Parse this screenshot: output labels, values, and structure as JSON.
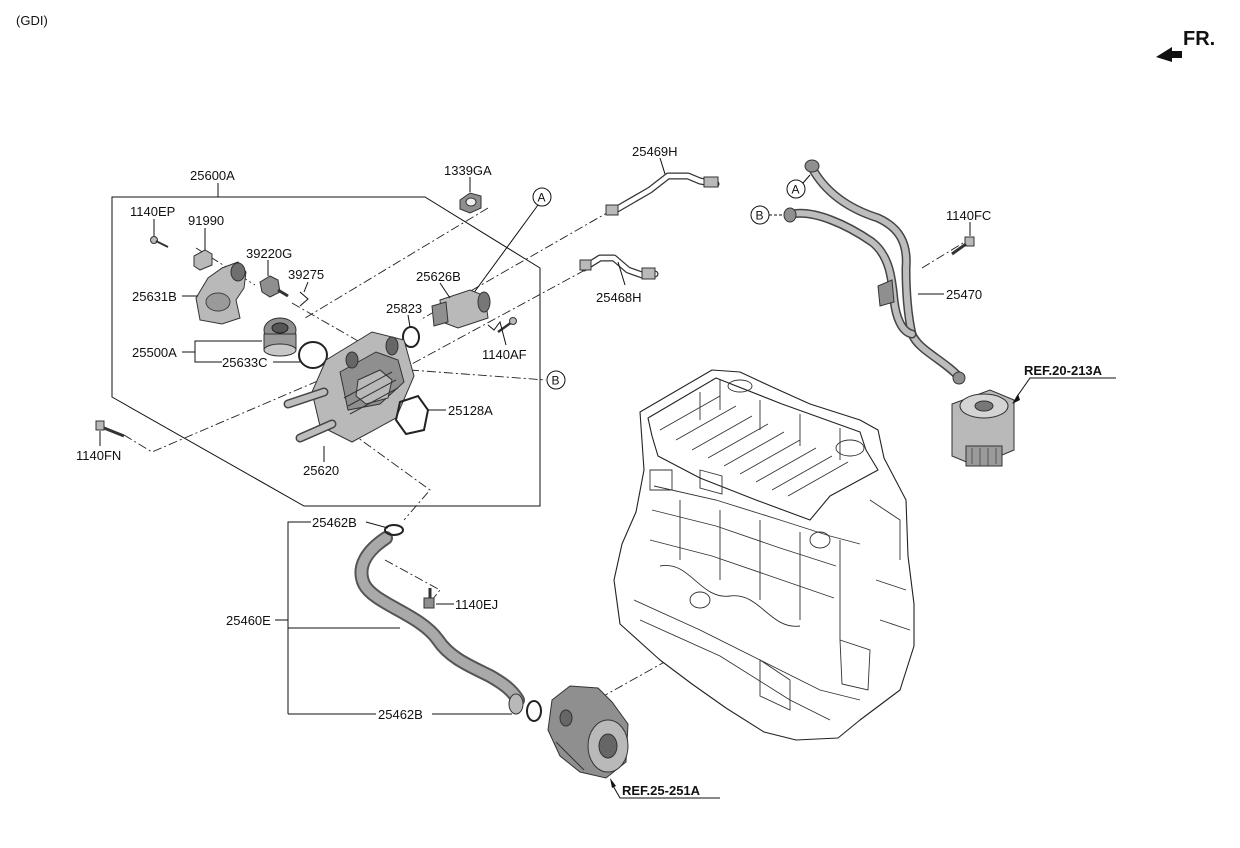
{
  "diagram": {
    "variant_label": "(GDI)",
    "direction_label": "FR.",
    "parts": {
      "p25600A": "25600A",
      "p1339GA": "1339GA",
      "p25469H": "25469H",
      "p1140EP": "1140EP",
      "p91990": "91990",
      "p39220G": "39220G",
      "p39275": "39275",
      "p25631B": "25631B",
      "p25626B": "25626B",
      "p25823": "25823",
      "p25468H": "25468H",
      "p25500A": "25500A",
      "p25633C": "25633C",
      "p1140AF": "1140AF",
      "p25128A": "25128A",
      "p1140FN": "1140FN",
      "p25620": "25620",
      "p25462B_top": "25462B",
      "p25460E": "25460E",
      "p1140EJ": "1140EJ",
      "p25462B_bottom": "25462B",
      "p1140FC": "1140FC",
      "p25470": "25470"
    },
    "refs": {
      "ref_oil_cooler": "REF.20-213A",
      "ref_water_pump": "REF.25-251A"
    },
    "connector_markers": {
      "a_top": "A",
      "b_mid": "B",
      "a_right": "A",
      "b_right": "B"
    }
  }
}
